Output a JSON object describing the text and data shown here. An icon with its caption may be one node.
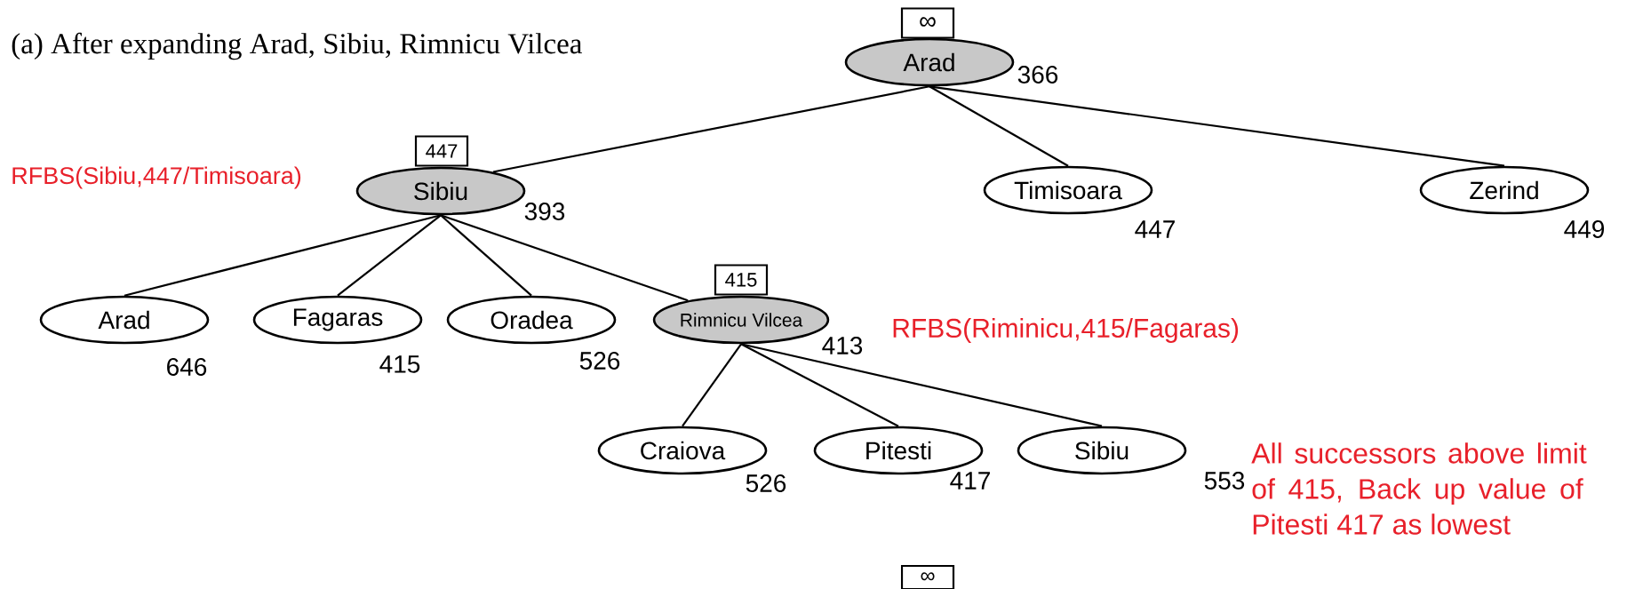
{
  "diagram": {
    "title": "(a) After expanding Arad, Sibiu, Rimnicu Vilcea",
    "nodes": [
      {
        "text": [
          "∞"
        ]
      },
      {
        "text": [
          "Arad"
        ],
        "beside": [
          "366"
        ]
      },
      {
        "text": [
          "447"
        ]
      },
      {
        "text": [
          "Sibiu"
        ],
        "beside": [
          "393"
        ]
      },
      {
        "text": [
          "Timisoara"
        ],
        "beside": [
          "447"
        ]
      },
      {
        "text": [
          "Zerind"
        ],
        "beside": [
          "449"
        ]
      },
      {
        "text": [
          "Arad"
        ],
        "beside": [
          "646"
        ]
      },
      {
        "text": [
          "Fagaras"
        ],
        "beside": [
          "415"
        ]
      },
      {
        "text": [
          "Oradea"
        ],
        "beside": [
          "526"
        ]
      },
      {
        "text": [
          "415"
        ]
      },
      {
        "text": [
          "Rimnicu Vilcea"
        ],
        "beside": [
          "413"
        ]
      },
      {
        "text": [
          "Craiova"
        ],
        "beside": [
          "526"
        ]
      },
      {
        "text": [
          "Pitesti"
        ],
        "beside": [
          "417"
        ]
      },
      {
        "text": [
          "Sibiu"
        ],
        "beside": [
          "553"
        ]
      },
      {
        "text": [
          "∞"
        ]
      }
    ],
    "edges": [
      {
        "from": 1,
        "to": 3,
        "arrow": "none"
      },
      {
        "from": 1,
        "to": 4,
        "arrow": "none"
      },
      {
        "from": 1,
        "to": 5,
        "arrow": "none"
      },
      {
        "from": 3,
        "to": 6,
        "arrow": "none"
      },
      {
        "from": 3,
        "to": 7,
        "arrow": "none"
      },
      {
        "from": 3,
        "to": 8,
        "arrow": "none"
      },
      {
        "from": 3,
        "to": 10,
        "arrow": "none"
      },
      {
        "from": 10,
        "to": 11,
        "arrow": "none"
      },
      {
        "from": 10,
        "to": 12,
        "arrow": "none"
      },
      {
        "from": 10,
        "to": 13,
        "arrow": "none"
      }
    ],
    "labels": [
      "RFBS(Sibiu,447/Timisoara)",
      "RFBS(Riminicu,415/Fagaras)",
      "All successors above limit of 415, Back up value of Pitesti 417 as lowest"
    ]
  }
}
